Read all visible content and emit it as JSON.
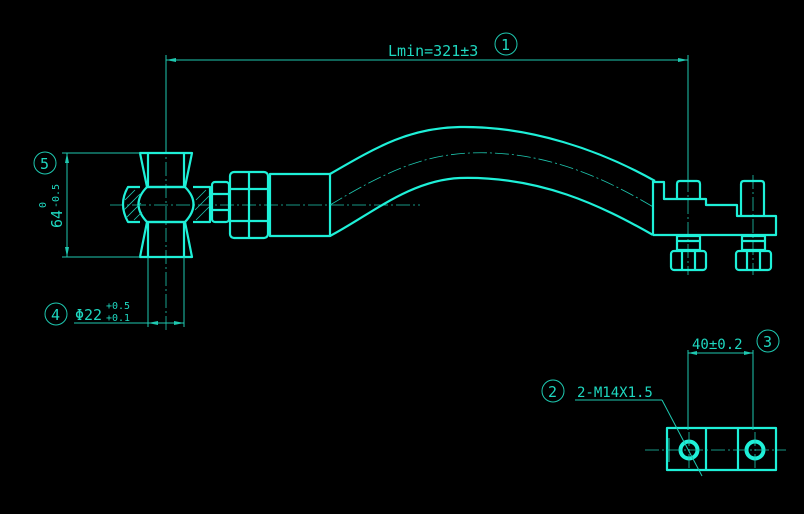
{
  "drawing": {
    "dimensions": {
      "length": {
        "text": "Lmin=321±3",
        "balloon": "1"
      },
      "thread": {
        "text": "2-M14X1.5",
        "balloon": "2"
      },
      "spacing": {
        "text": "40±0.2",
        "balloon": "3"
      },
      "bore": {
        "text": "Φ22",
        "tol_upper": "+0.5",
        "tol_lower": "+0.1",
        "balloon": "4"
      },
      "width": {
        "text": "64",
        "tol_upper": "0",
        "tol_lower": "-0.5",
        "balloon": "5"
      }
    },
    "colors": {
      "background": "#000000",
      "part": "#1ef0d8",
      "dimension": "#1ec8b0"
    }
  }
}
